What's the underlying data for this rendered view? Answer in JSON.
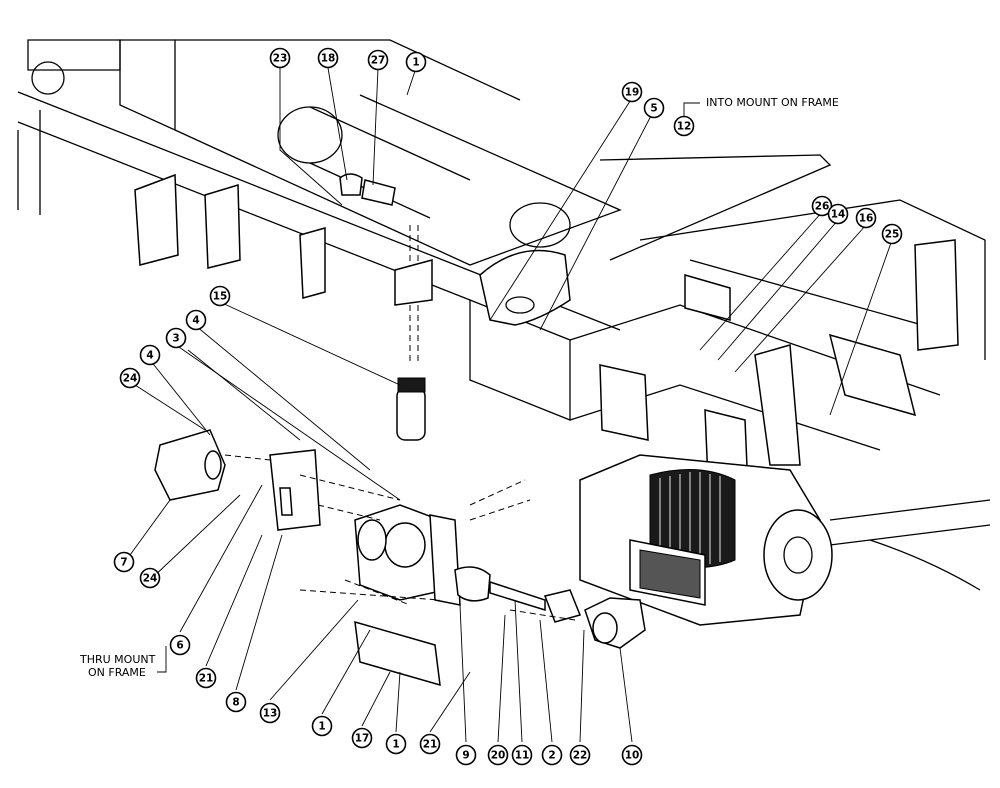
{
  "notes": {
    "into_mount": "INTO MOUNT ON FRAME",
    "thru_mount_line1": "THRU MOUNT",
    "thru_mount_line2": "ON FRAME"
  },
  "callouts": [
    {
      "id": "c23",
      "label": "23"
    },
    {
      "id": "c18",
      "label": "18"
    },
    {
      "id": "c27",
      "label": "27"
    },
    {
      "id": "c1a",
      "label": "1"
    },
    {
      "id": "c19",
      "label": "19"
    },
    {
      "id": "c5",
      "label": "5"
    },
    {
      "id": "c12",
      "label": "12"
    },
    {
      "id": "c26",
      "label": "26"
    },
    {
      "id": "c14",
      "label": "14"
    },
    {
      "id": "c16",
      "label": "16"
    },
    {
      "id": "c25",
      "label": "25"
    },
    {
      "id": "c15",
      "label": "15"
    },
    {
      "id": "c4a",
      "label": "4"
    },
    {
      "id": "c3",
      "label": "3"
    },
    {
      "id": "c4b",
      "label": "4"
    },
    {
      "id": "c24a",
      "label": "24"
    },
    {
      "id": "c7",
      "label": "7"
    },
    {
      "id": "c24b",
      "label": "24"
    },
    {
      "id": "c6",
      "label": "6"
    },
    {
      "id": "c21a",
      "label": "21"
    },
    {
      "id": "c8",
      "label": "8"
    },
    {
      "id": "c13",
      "label": "13"
    },
    {
      "id": "c1b",
      "label": "1"
    },
    {
      "id": "c17",
      "label": "17"
    },
    {
      "id": "c1c",
      "label": "1"
    },
    {
      "id": "c21b",
      "label": "21"
    },
    {
      "id": "c9",
      "label": "9"
    },
    {
      "id": "c20",
      "label": "20"
    },
    {
      "id": "c11",
      "label": "11"
    },
    {
      "id": "c2",
      "label": "2"
    },
    {
      "id": "c22",
      "label": "22"
    },
    {
      "id": "c10",
      "label": "10"
    }
  ]
}
